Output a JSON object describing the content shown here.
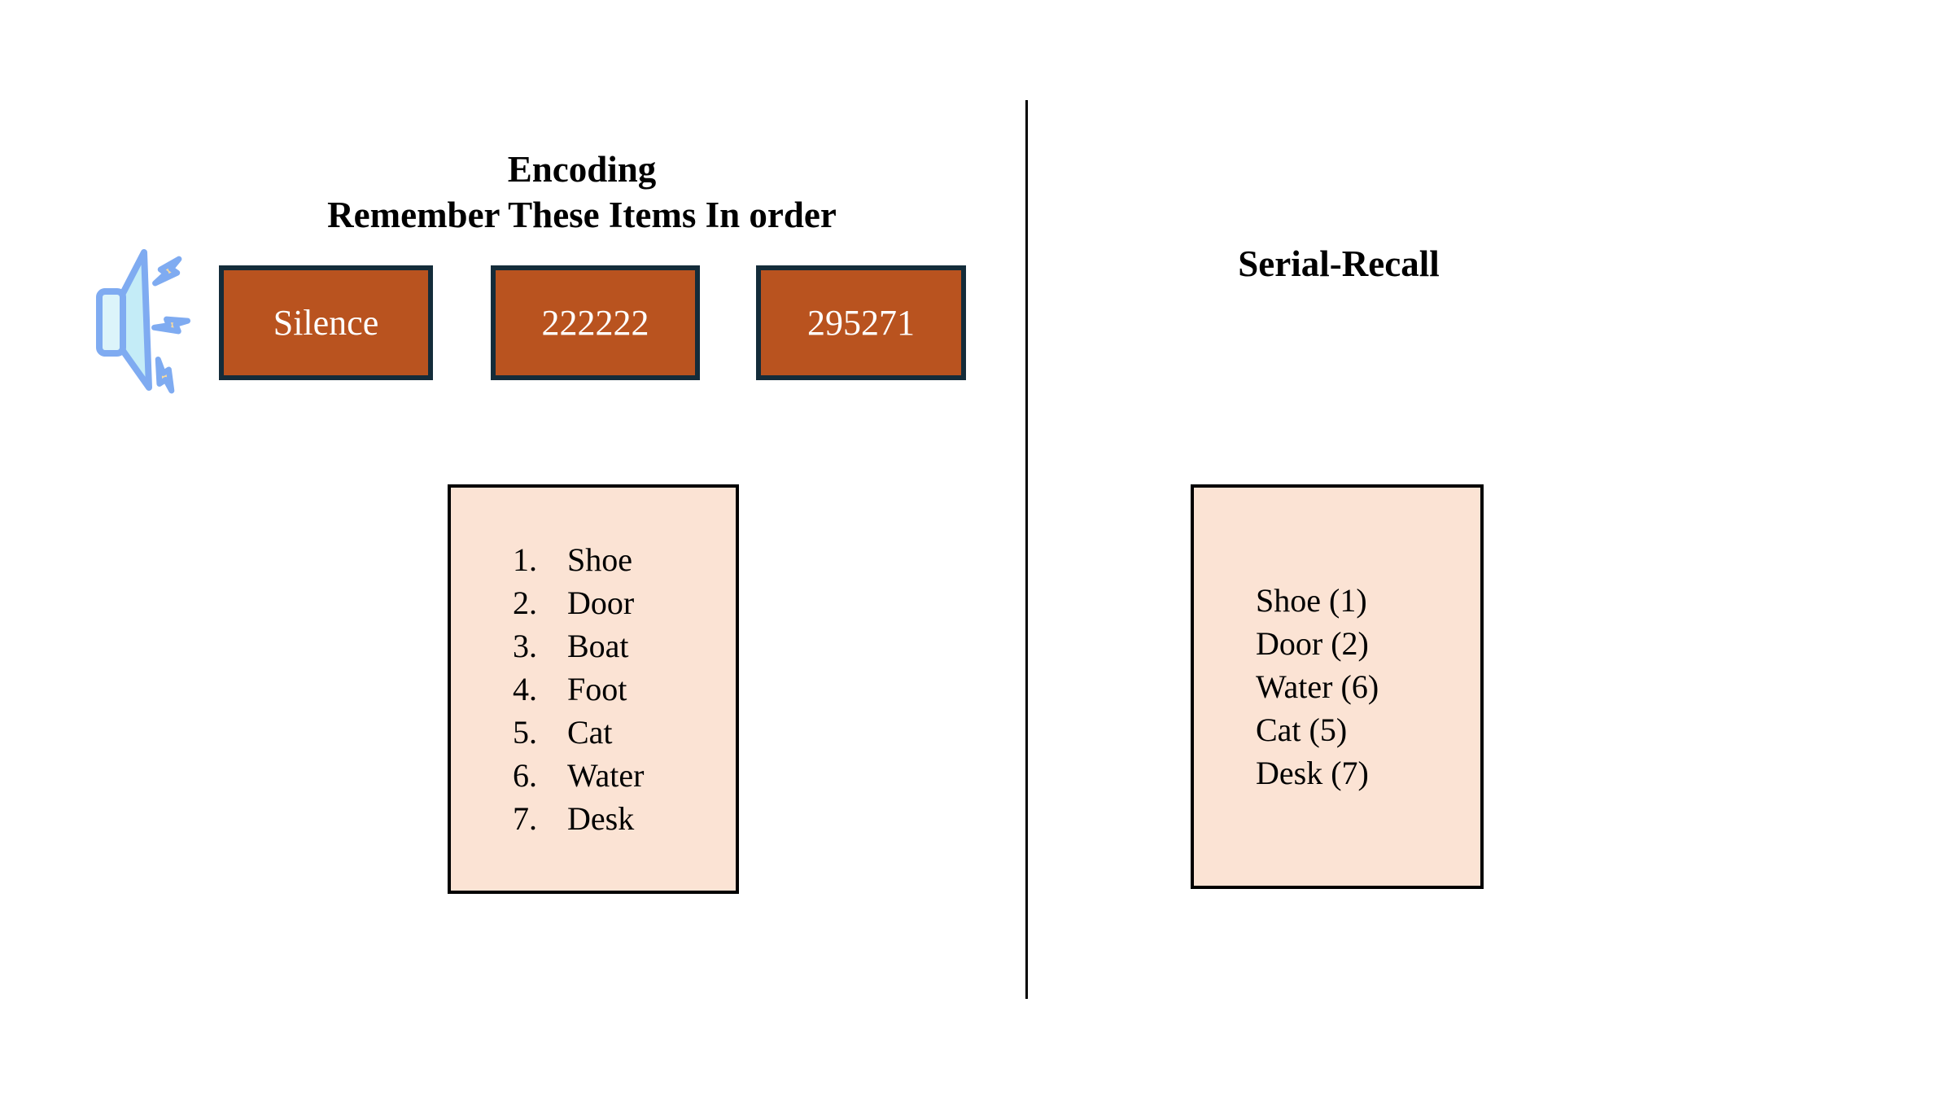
{
  "encoding_panel": {
    "title_line1": "Encoding",
    "title_line2": "Remember These Items In order",
    "stimulus_boxes": [
      {
        "label": "Silence"
      },
      {
        "label": "222222"
      },
      {
        "label": "295271"
      }
    ],
    "study_list": {
      "items": [
        {
          "number": "1.",
          "word": "Shoe"
        },
        {
          "number": "2.",
          "word": "Door"
        },
        {
          "number": "3.",
          "word": "Boat"
        },
        {
          "number": "4.",
          "word": "Foot"
        },
        {
          "number": "5.",
          "word": "Cat"
        },
        {
          "number": "6.",
          "word": "Water"
        },
        {
          "number": "7.",
          "word": "Desk"
        }
      ]
    }
  },
  "recall_panel": {
    "title": "Serial-Recall",
    "items": [
      "Shoe (1)",
      "Door (2)",
      "Water (6)",
      "Cat (5)",
      "Desk (7)"
    ]
  },
  "icons": {
    "speaker": "speaker-with-sound-bolts-icon"
  },
  "colors": {
    "stimulus_fill": "#B9531F",
    "stimulus_border": "#142C3A",
    "stimulus_text": "#FFFFFF",
    "list_fill": "#FBE3D4",
    "list_border": "#000000",
    "divider": "#000000",
    "speaker_outline": "#7FABF1",
    "speaker_fill": "#C4ECF7",
    "speaker_fill_light": "#DCF4FA",
    "bolt_fill": "#F6D9A0"
  }
}
